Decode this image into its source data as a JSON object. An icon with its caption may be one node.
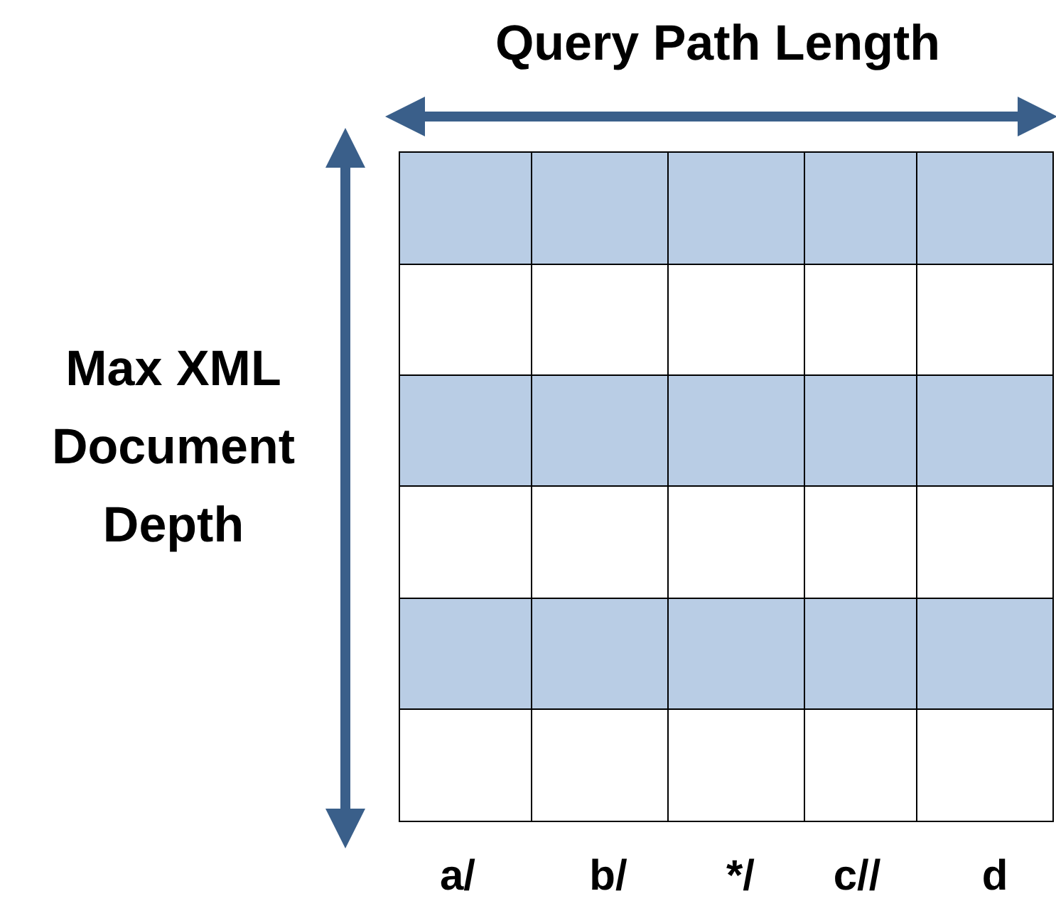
{
  "diagram": {
    "labels": [
      "Query Path Length",
      "Max XML Document Depth",
      "a/",
      "b/",
      "*/",
      "c//",
      "d"
    ]
  }
}
